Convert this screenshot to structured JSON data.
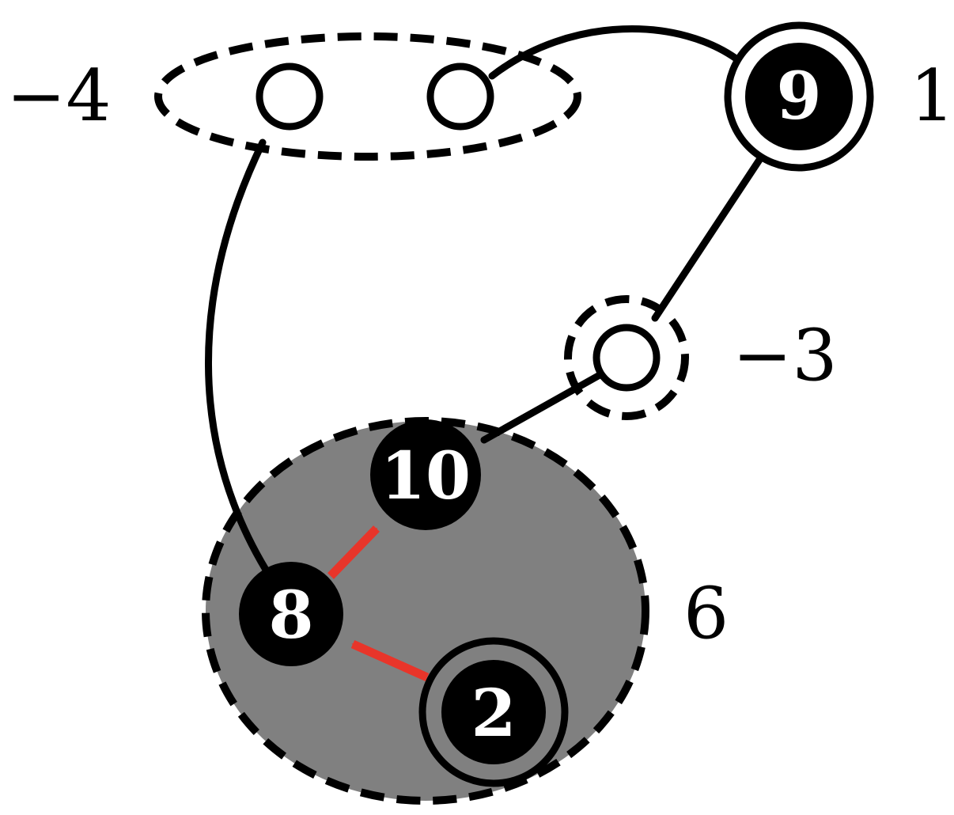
{
  "diagram": {
    "group_labels": {
      "top_left": "−4",
      "top_right": "1",
      "middle_right": "−3",
      "bottom_right": "6"
    },
    "nodes": {
      "node_9": "9",
      "node_10": "10",
      "node_8": "8",
      "node_2": "2"
    }
  },
  "colors": {
    "shaded_group": "#808080",
    "node_fill": "#000000",
    "arrow": "#e8352a"
  }
}
